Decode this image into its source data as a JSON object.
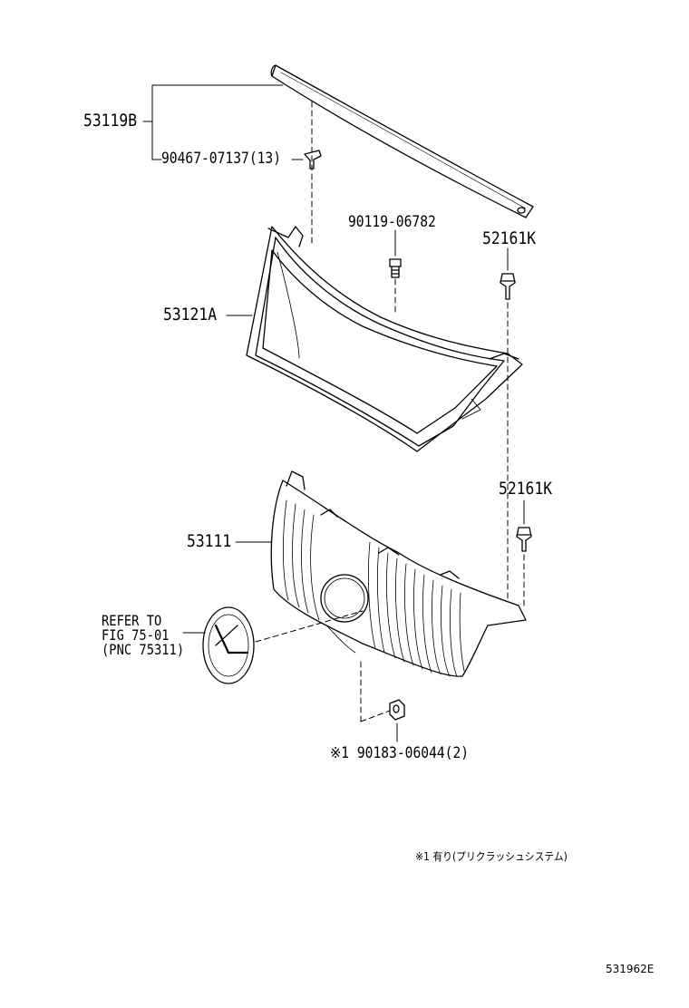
{
  "parts": {
    "p53119B": "53119B",
    "p90467": "90467-07137(13)",
    "p90119": "90119-06782",
    "p52161K_top": "52161K",
    "p53121A": "53121A",
    "p52161K_mid": "52161K",
    "p53111": "53111",
    "p90183": "※1 90183-06044(2)"
  },
  "refer": {
    "line1": "REFER TO",
    "line2": "FIG 75-01",
    "line3": "(PNC 75311)"
  },
  "note": "※1 有り(プリクラッシュシステム)",
  "figure_id": "531962E"
}
